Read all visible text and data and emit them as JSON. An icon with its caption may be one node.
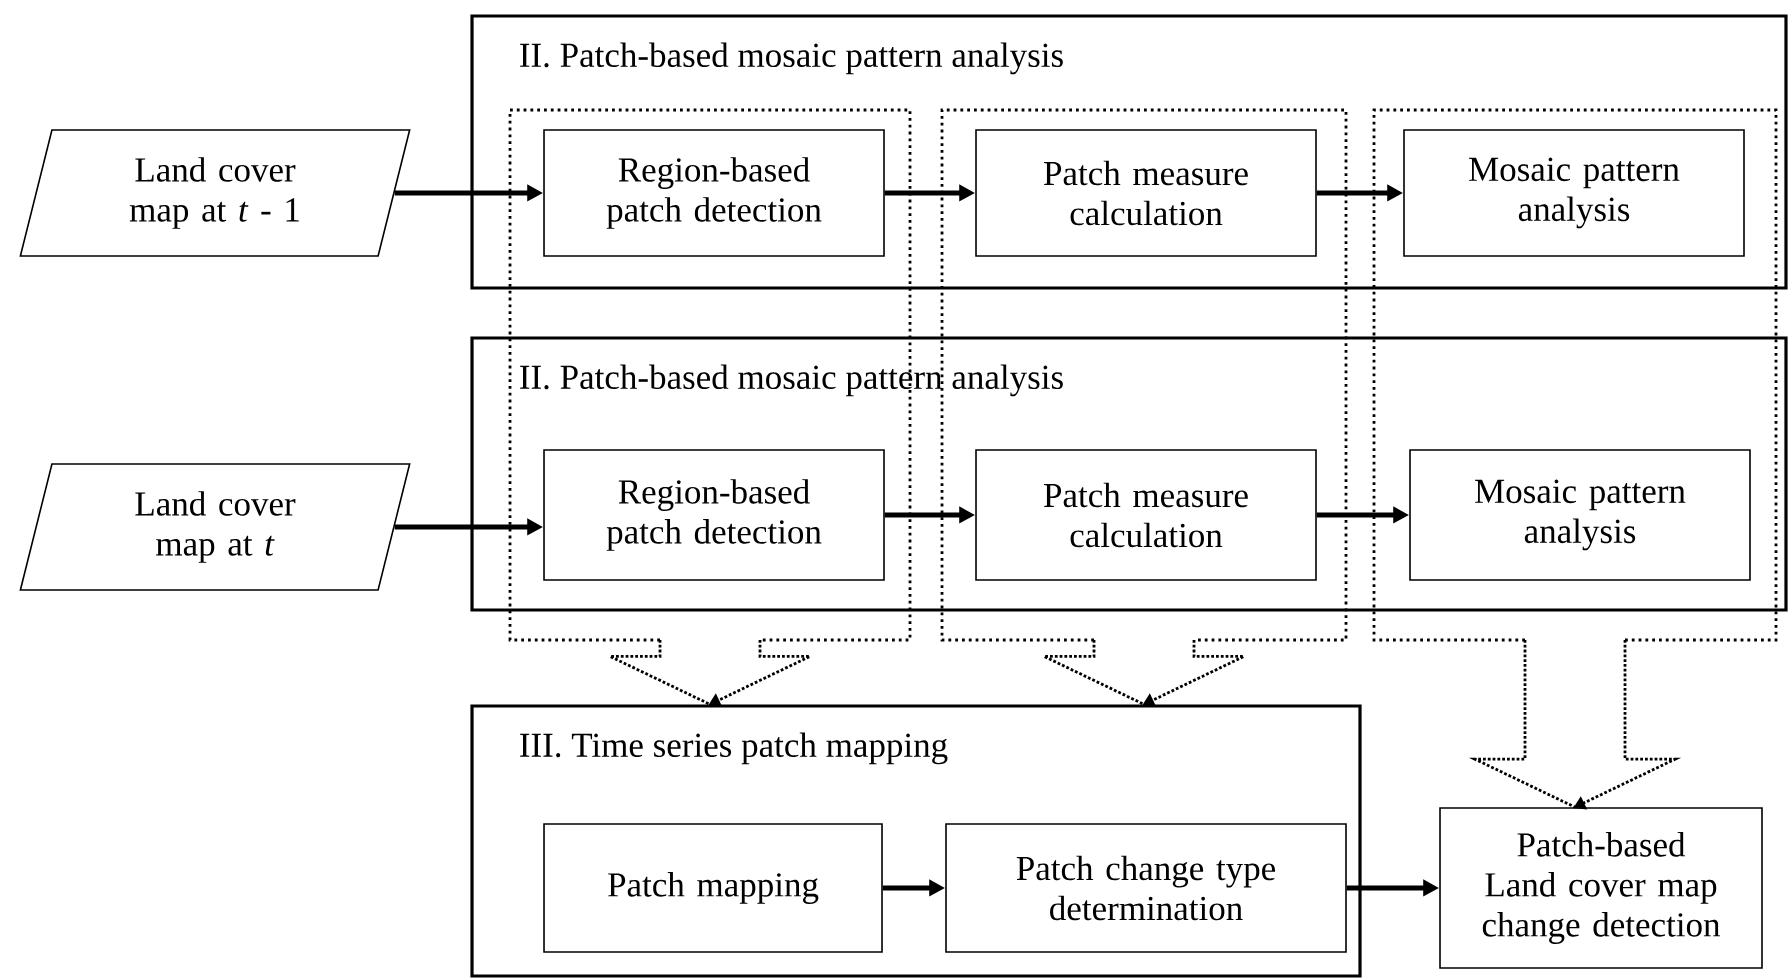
{
  "diagram": {
    "nodes": [
      {
        "text": [
          "Land cover map at *t* - 1"
        ]
      },
      {
        "text": [
          "II. Patch-based mosaic pattern analysis"
        ]
      },
      {
        "text": [
          "Region-based patch detection"
        ],
        "in": 1
      },
      {
        "text": [
          "Patch measure calculation"
        ],
        "in": 1
      },
      {
        "text": [
          "Mosaic pattern analysis"
        ],
        "in": 1
      },
      {
        "text": [
          "Land cover map at *t*"
        ]
      },
      {
        "text": [
          "II. Patch-based mosaic pattern analysis"
        ]
      },
      {
        "text": [
          "Region-based patch detection"
        ],
        "in": 6
      },
      {
        "text": [
          "Patch measure calculation"
        ],
        "in": 6
      },
      {
        "text": [
          "Mosaic pattern analysis"
        ],
        "in": 6
      },
      {
        "text": [
          "III. Time series patch mapping"
        ]
      },
      {
        "text": [
          "Patch mapping"
        ],
        "in": 10
      },
      {
        "text": [
          "Patch change type determination"
        ],
        "in": 10
      },
      {
        "text": [
          "Patch-based Land cover map change detection"
        ]
      }
    ],
    "edges": [
      {
        "from": 0,
        "to": 2,
        "arrow": "to"
      },
      {
        "from": 2,
        "to": 3,
        "arrow": "to"
      },
      {
        "from": 3,
        "to": 4,
        "arrow": "to"
      },
      {
        "from": 5,
        "to": 7,
        "arrow": "to"
      },
      {
        "from": 7,
        "to": 8,
        "arrow": "to"
      },
      {
        "from": 8,
        "to": 9,
        "arrow": "to"
      },
      {
        "from": null,
        "to": 10,
        "arrow": "to",
        "style": "dashed"
      },
      {
        "from": null,
        "to": 10,
        "arrow": "to",
        "style": "dashed"
      },
      {
        "from": null,
        "to": 13,
        "arrow": "to",
        "style": "dashed"
      },
      {
        "from": 11,
        "to": 12,
        "arrow": "to"
      },
      {
        "from": 12,
        "to": 13,
        "arrow": "to"
      }
    ]
  }
}
